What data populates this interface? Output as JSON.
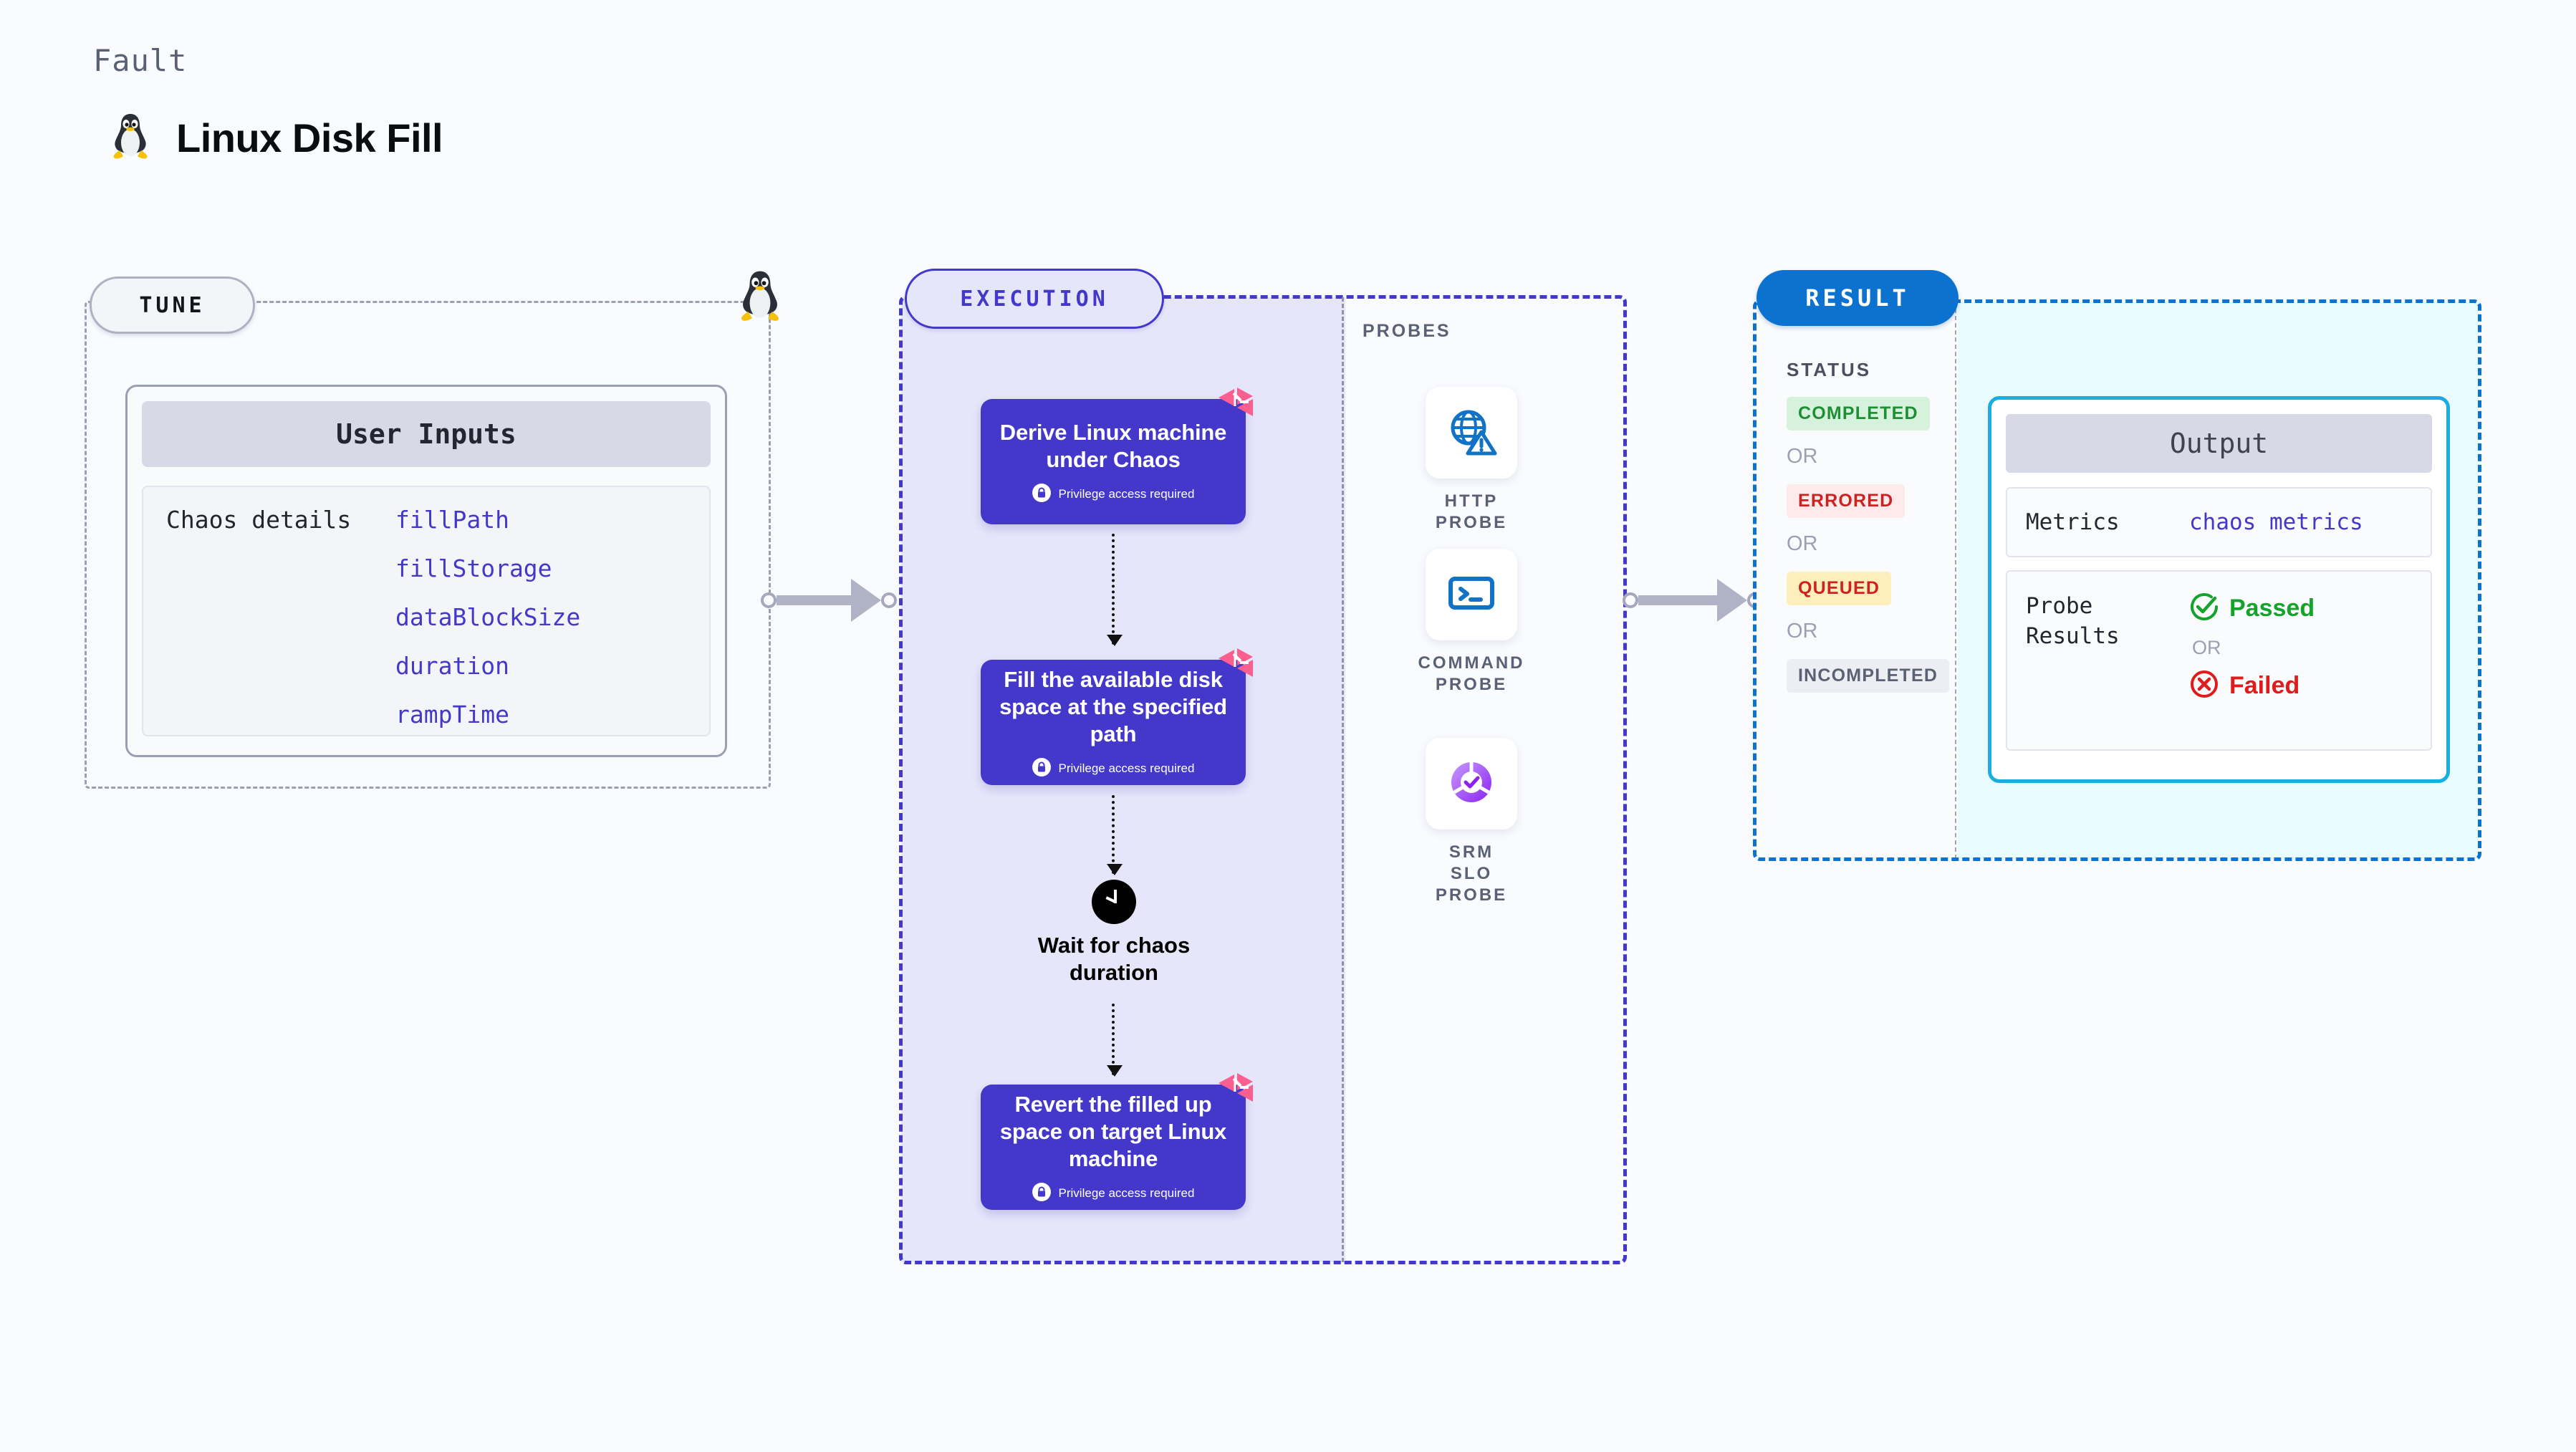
{
  "header": {
    "eyebrow": "Fault",
    "title": "Linux Disk Fill",
    "icon": "linux-penguin-icon"
  },
  "tune": {
    "pill_label": "TUNE",
    "card": {
      "title": "User Inputs",
      "row_label": "Chaos details",
      "params": [
        "fillPath",
        "fillStorage",
        "dataBlockSize",
        "duration",
        "rampTime"
      ]
    }
  },
  "execution": {
    "pill_label": "EXECUTION",
    "privilege_note": "Privilege access required",
    "nodes": [
      {
        "text": "Derive Linux machine under Chaos",
        "privileged": true
      },
      {
        "text": "Fill the available disk space at the specified path",
        "privileged": true
      },
      {
        "text": "Revert the filled up space on target Linux machine",
        "privileged": true
      }
    ],
    "wait": {
      "label": "Wait for chaos duration",
      "icon": "clock-icon"
    }
  },
  "probes": {
    "label": "PROBES",
    "items": [
      {
        "name": "HTTP PROBE",
        "icon": "globe-warning-icon"
      },
      {
        "name": "COMMAND PROBE",
        "icon": "terminal-icon"
      },
      {
        "name": "SRM SLO PROBE",
        "icon": "slo-donut-check-icon"
      }
    ]
  },
  "result": {
    "pill_label": "RESULT",
    "status_label": "STATUS",
    "or_label": "OR",
    "statuses": [
      {
        "label": "COMPLETED",
        "bg": "#d7f2dc",
        "fg": "#1d8f34"
      },
      {
        "label": "ERRORED",
        "bg": "#fdeaea",
        "fg": "#cc2222"
      },
      {
        "label": "QUEUED",
        "bg": "#fdeebe",
        "fg": "#cc2222"
      },
      {
        "label": "INCOMPLETED",
        "bg": "#eceef4",
        "fg": "#5b6175"
      }
    ],
    "output": {
      "title": "Output",
      "metrics_label": "Metrics",
      "metrics_value": "chaos metrics",
      "probe_results_label": "Probe Results",
      "passed_label": "Passed",
      "failed_label": "Failed",
      "or_label": "OR"
    }
  },
  "colors": {
    "background": "#f9fbff",
    "tune_accent": "#9aa0b4",
    "execution_accent": "#4338ca",
    "execution_fill": "#e6e6fb",
    "result_accent": "#0b72cf",
    "output_accent": "#1aaee0",
    "litmus_pink": "#fa5f8f",
    "probe_blue": "#1272c6",
    "connector_gray": "#b0b3c6"
  }
}
